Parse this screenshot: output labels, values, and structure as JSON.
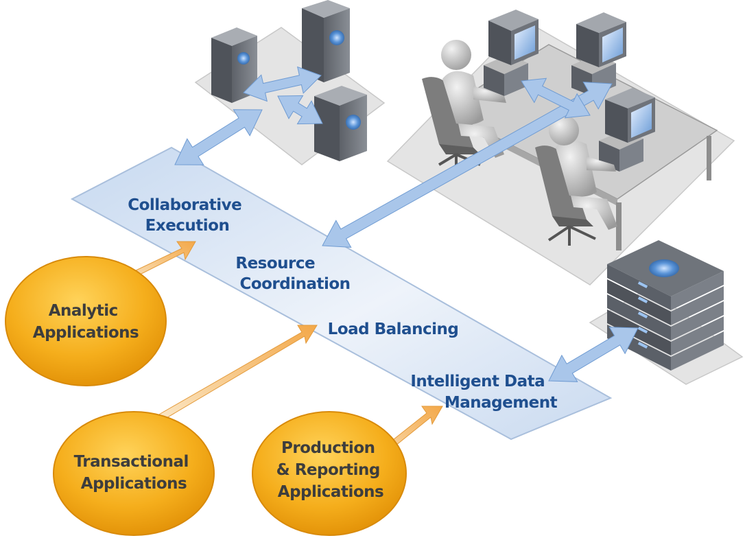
{
  "band": {
    "collaborative": [
      "Collaborative",
      "Execution"
    ],
    "resource": [
      "Resource",
      "Coordination"
    ],
    "load": [
      "Load Balancing"
    ],
    "intelligent": [
      "Intelligent Data",
      "Management"
    ]
  },
  "apps": {
    "analytic": [
      "Analytic",
      "Applications"
    ],
    "transactional": [
      "Transactional",
      "Applications"
    ],
    "production": [
      "Production",
      "& Reporting",
      "Applications"
    ]
  },
  "colors": {
    "band_fill": "#dde8f6",
    "band_text": "#1f4f8f",
    "app_fill": "#f2a91a",
    "app_text": "#3d3d3d",
    "arrow_blue": "#8fb4e0",
    "arrow_orange": "#f4c98a"
  }
}
